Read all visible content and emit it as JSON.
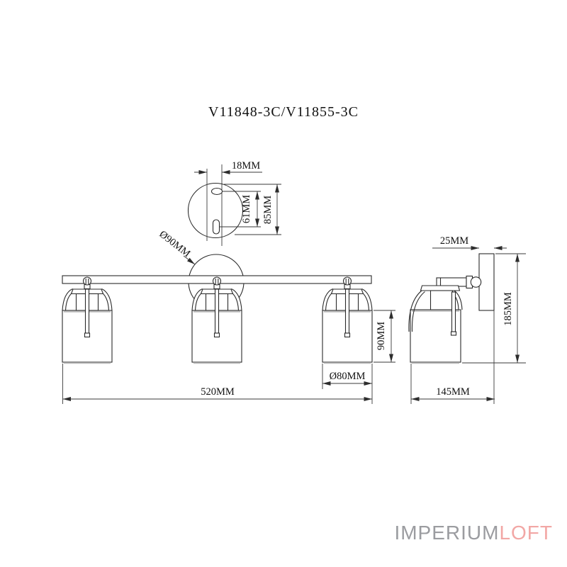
{
  "title": "V11848-3C/V11855-3C",
  "views": {
    "top": {
      "hole_offset": "18MM",
      "hole_spacing": "61MM",
      "plate_height": "85MM"
    },
    "front": {
      "canopy_diameter": "Ø90MM",
      "shade_height": "90MM",
      "shade_diameter": "Ø80MM",
      "overall_width": "520MM"
    },
    "side": {
      "backplate_depth": "25MM",
      "overall_height": "185MM",
      "overall_depth": "145MM"
    }
  },
  "watermark": {
    "gray_text": "IMPERIUM",
    "accent_text": "LOFT",
    "gray_color": "#9b9ca0",
    "accent_color": "#f2a7a5"
  },
  "colors": {
    "line": "#2b2b2b",
    "background": "#ffffff"
  }
}
